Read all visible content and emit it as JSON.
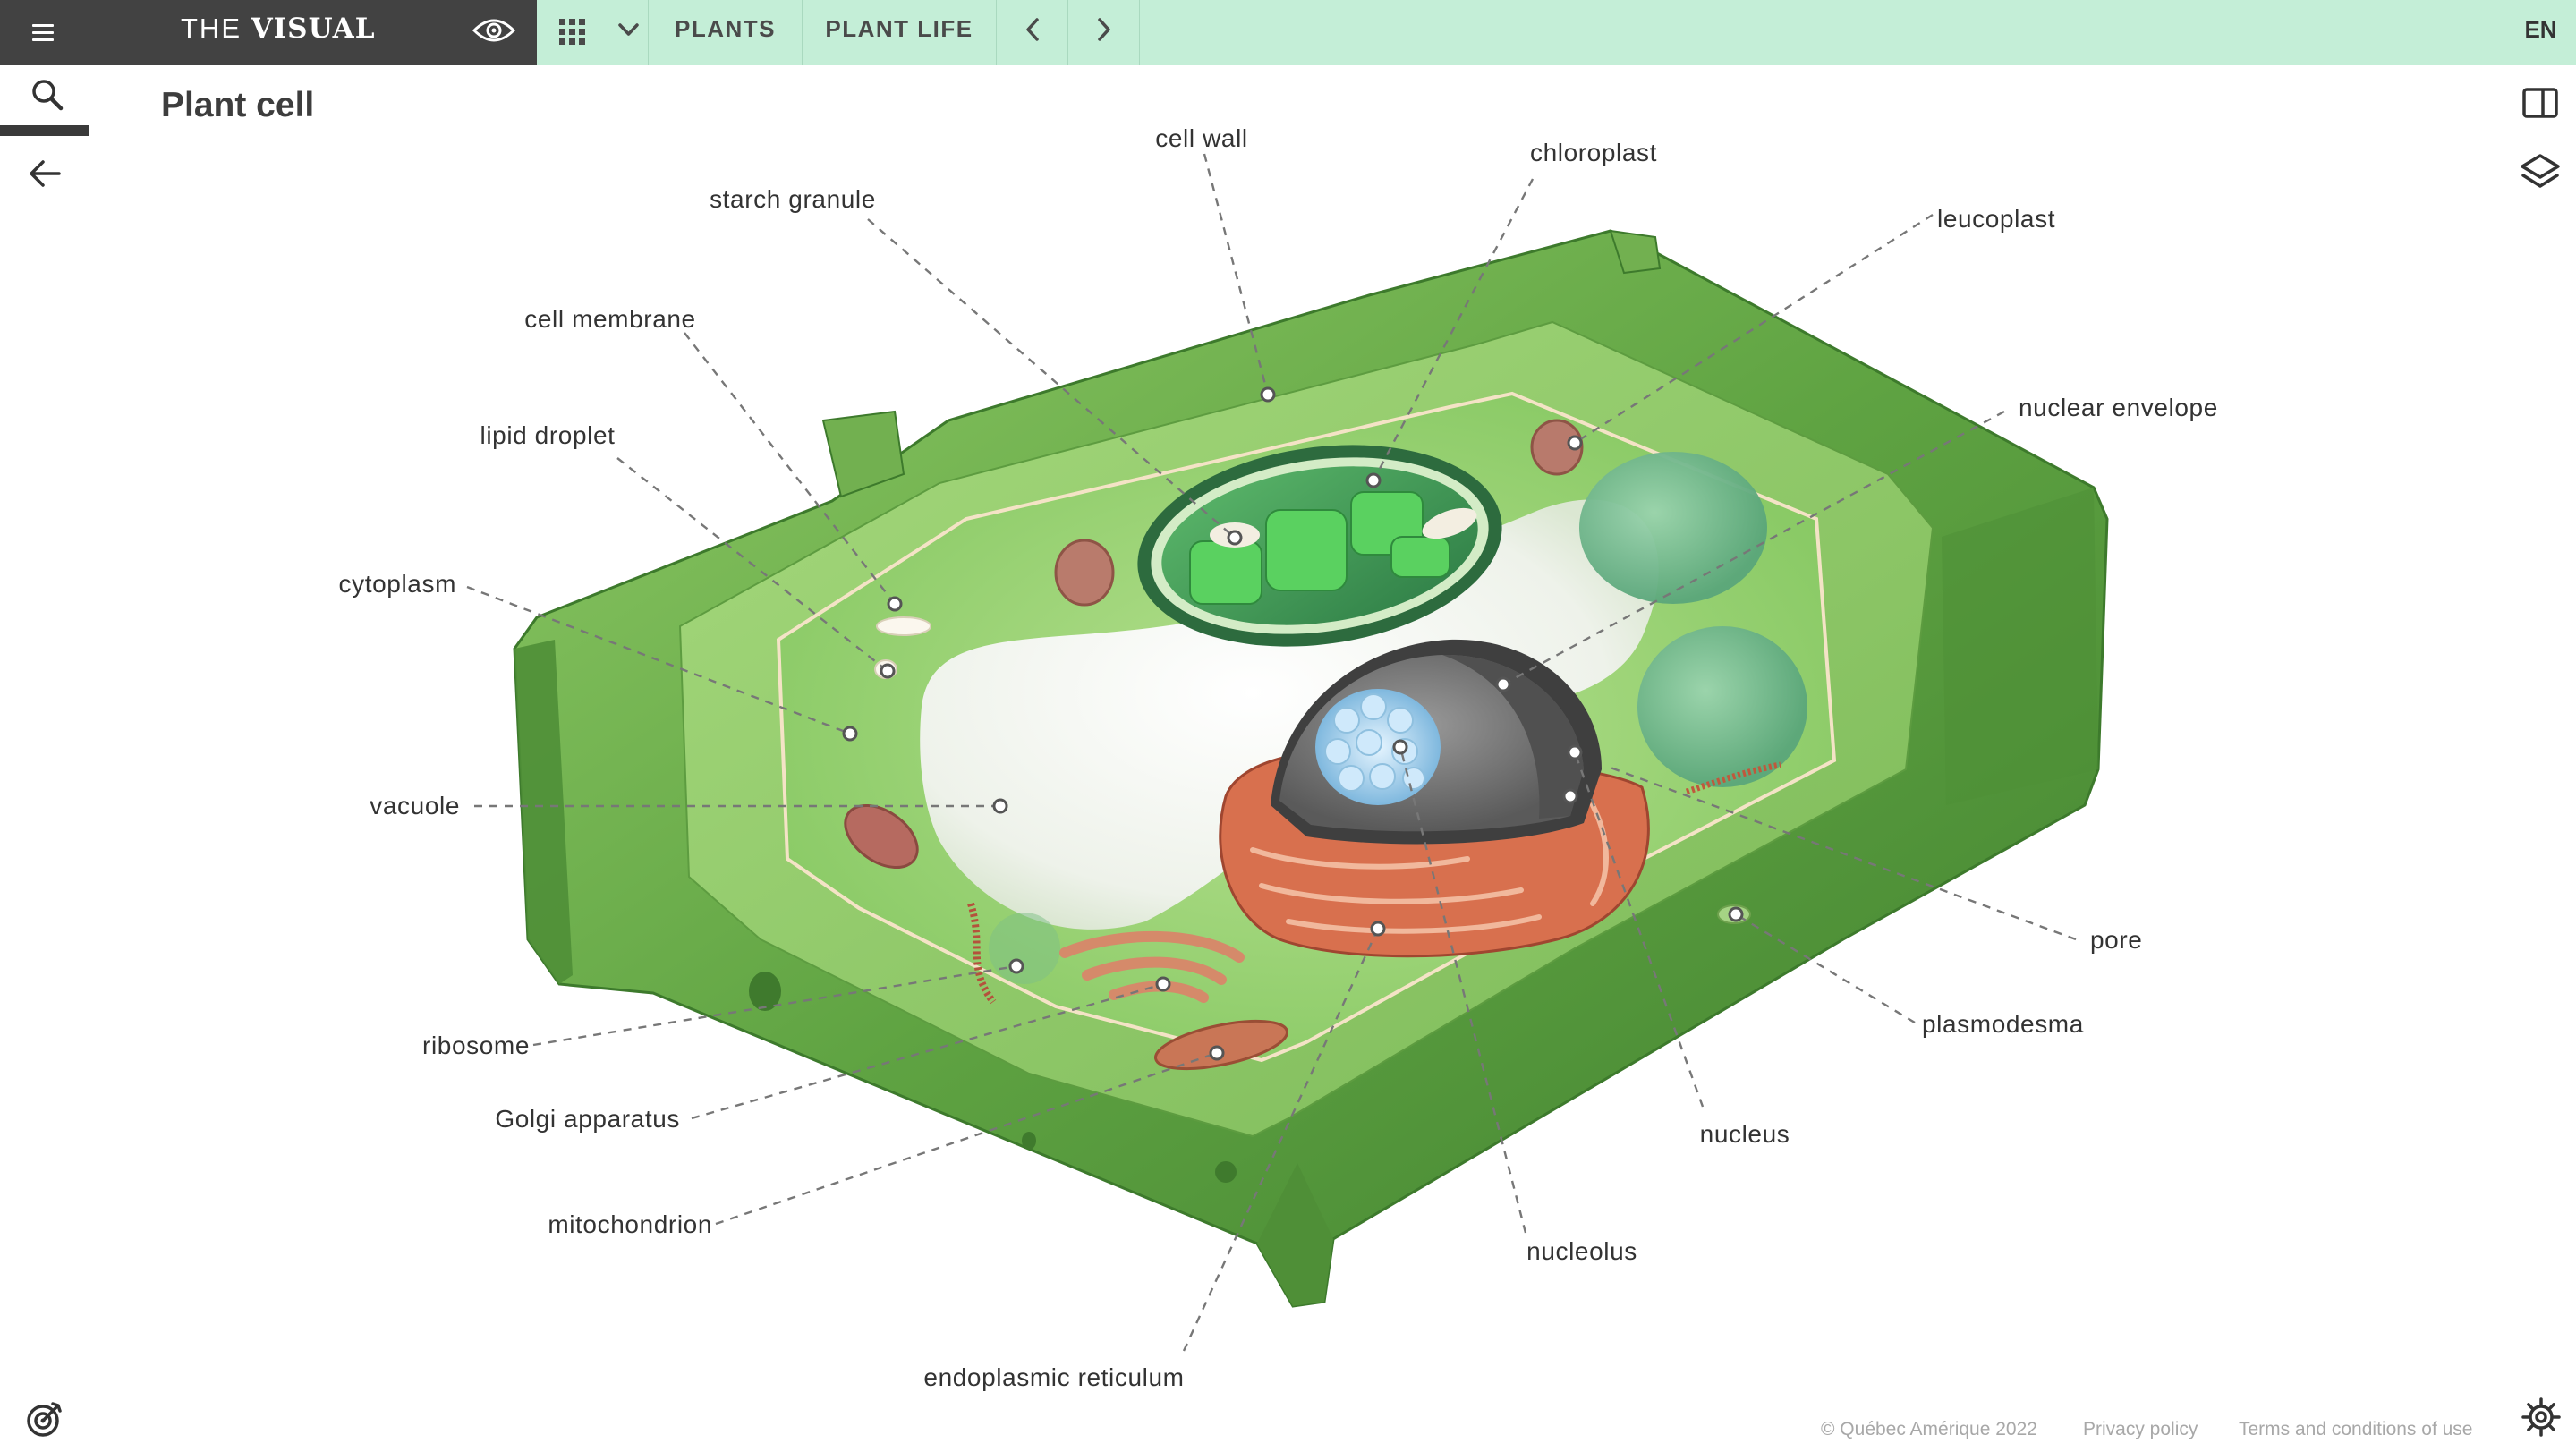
{
  "header": {
    "brand_prefix": "THE ",
    "brand_strong": "VISUAL",
    "tabs": [
      {
        "label": "PLANTS"
      },
      {
        "label": "PLANT LIFE"
      }
    ],
    "language": "EN"
  },
  "icons": {
    "menu": "hamburger-menu-icon",
    "visibility": "eye-icon",
    "apps": "grid-icon",
    "dropdown": "chevron-down-icon",
    "previous": "chevron-left-icon",
    "next": "chevron-right-icon",
    "search": "search-icon",
    "back": "arrow-left-icon",
    "quiz": "target-icon",
    "panel": "sidebar-panel-icon",
    "layers": "layers-icon",
    "settings": "gear-icon"
  },
  "colors": {
    "header_bg": "#c4eed7",
    "brand_bg": "#424242",
    "cell_wall": "#5fa342",
    "cytoplasm": "#9dd47a",
    "vacuole": "#f1f3ee",
    "chloroplast": "#3f9a55",
    "nucleus": "#7a7a7a",
    "er_golgi": "#d9734f",
    "leader_line": "#777777"
  },
  "page": {
    "title": "Plant cell"
  },
  "diagram": {
    "labels": {
      "cell_wall": "cell wall",
      "chloroplast": "chloroplast",
      "starch_granule": "starch granule",
      "leucoplast": "leucoplast",
      "cell_membrane": "cell membrane",
      "nuclear_envelope": "nuclear envelope",
      "lipid_droplet": "lipid droplet",
      "cytoplasm": "cytoplasm",
      "vacuole": "vacuole",
      "pore": "pore",
      "plasmodesma": "plasmodesma",
      "ribosome": "ribosome",
      "golgi_apparatus": "Golgi apparatus",
      "nucleus": "nucleus",
      "mitochondrion": "mitochondrion",
      "nucleolus": "nucleolus",
      "endoplasmic_reticulum": "endoplasmic reticulum"
    }
  },
  "footer": {
    "copyright": "© Québec Amérique 2022",
    "privacy": "Privacy policy",
    "terms": "Terms and conditions of use"
  }
}
